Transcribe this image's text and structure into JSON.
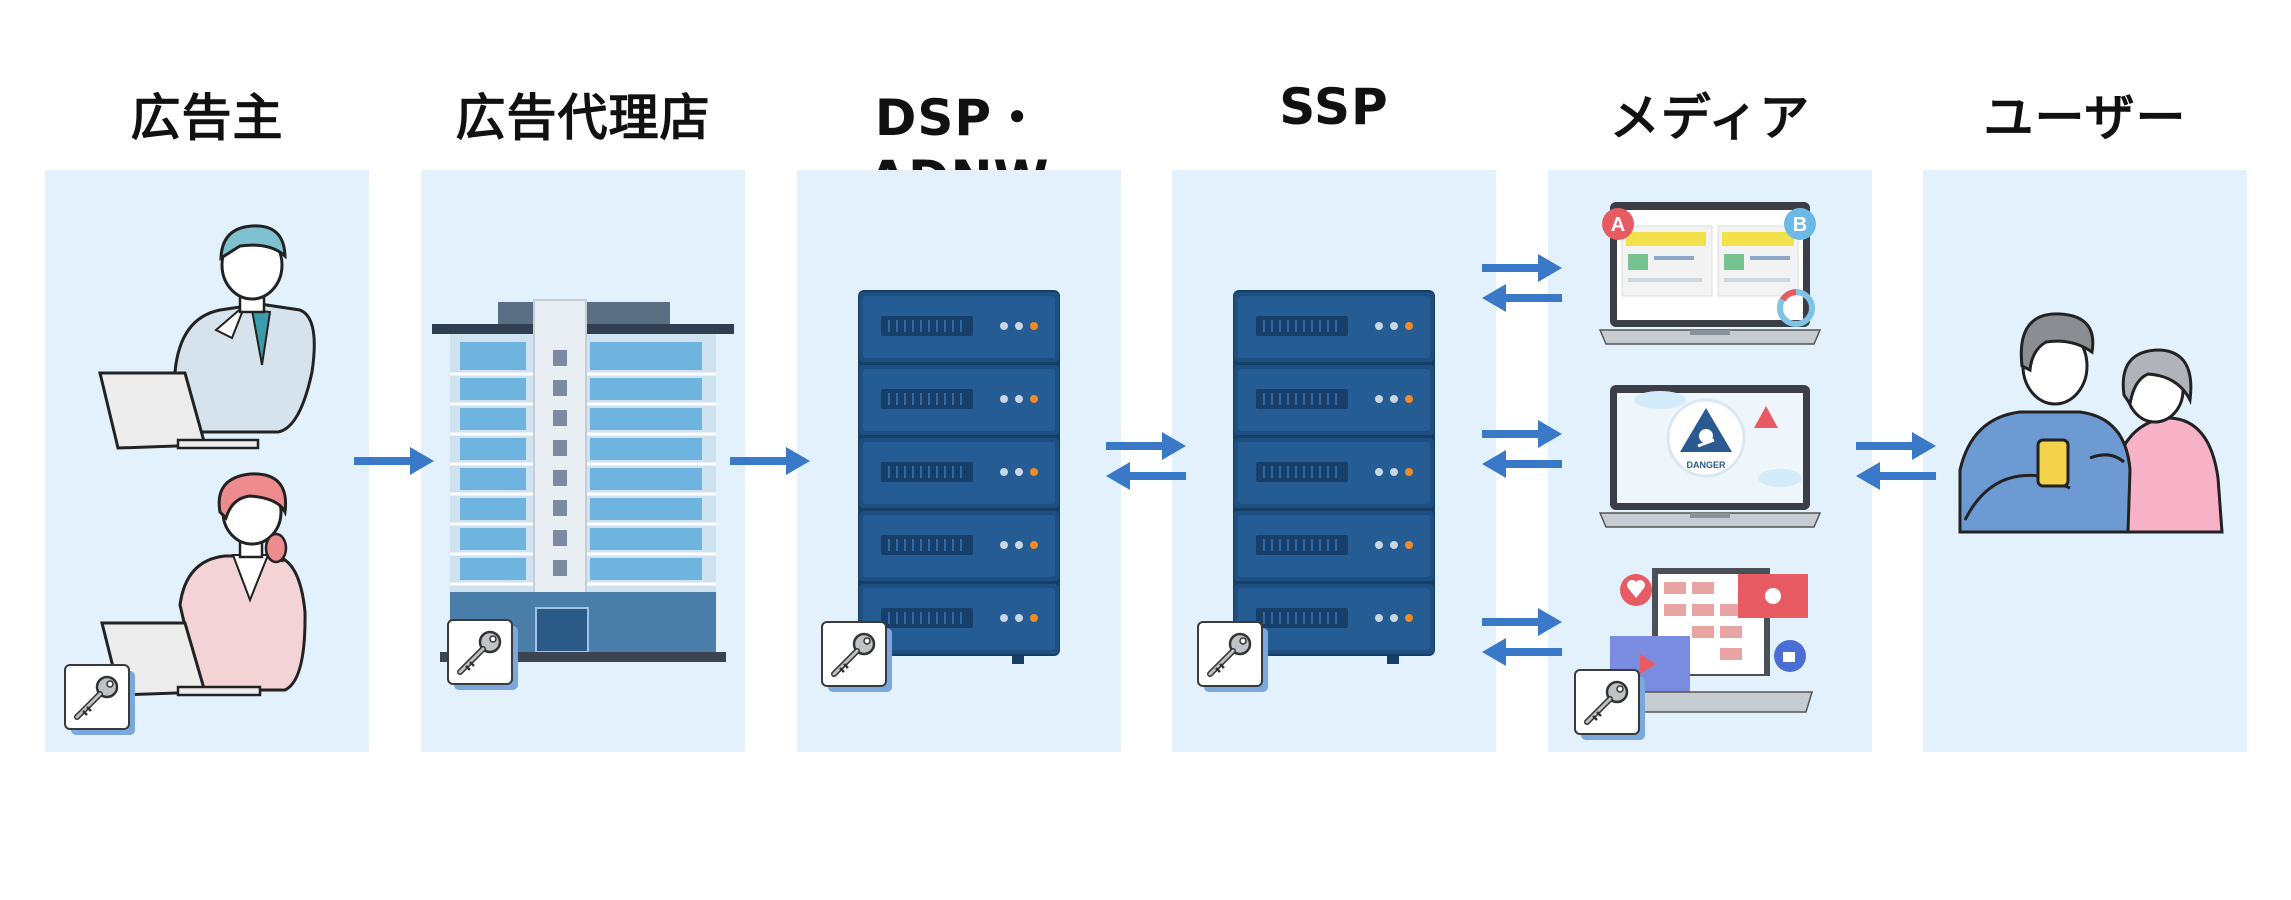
{
  "columns": [
    {
      "id": "advertiser",
      "title": "広告主"
    },
    {
      "id": "agency",
      "title": "広告代理店"
    },
    {
      "id": "dsp",
      "title": "DSP・ADNW"
    },
    {
      "id": "ssp",
      "title": "SSP"
    },
    {
      "id": "media",
      "title": "メディア"
    },
    {
      "id": "user",
      "title": "ユーザー"
    }
  ],
  "media_labels": {
    "site_a": "A",
    "site_b": "B",
    "danger_label": "DANGER"
  },
  "colors": {
    "panel": "#e3f1fc",
    "arrow": "#3a78c8",
    "server": "#1d4f80",
    "title": "#111111"
  },
  "icons": [
    "key-icon",
    "office-worker-icon",
    "building-icon",
    "server-rack-icon",
    "laptop-icon",
    "heart-icon",
    "thumbs-up-icon",
    "danger-skull-icon",
    "couple-smartphone-icon"
  ]
}
